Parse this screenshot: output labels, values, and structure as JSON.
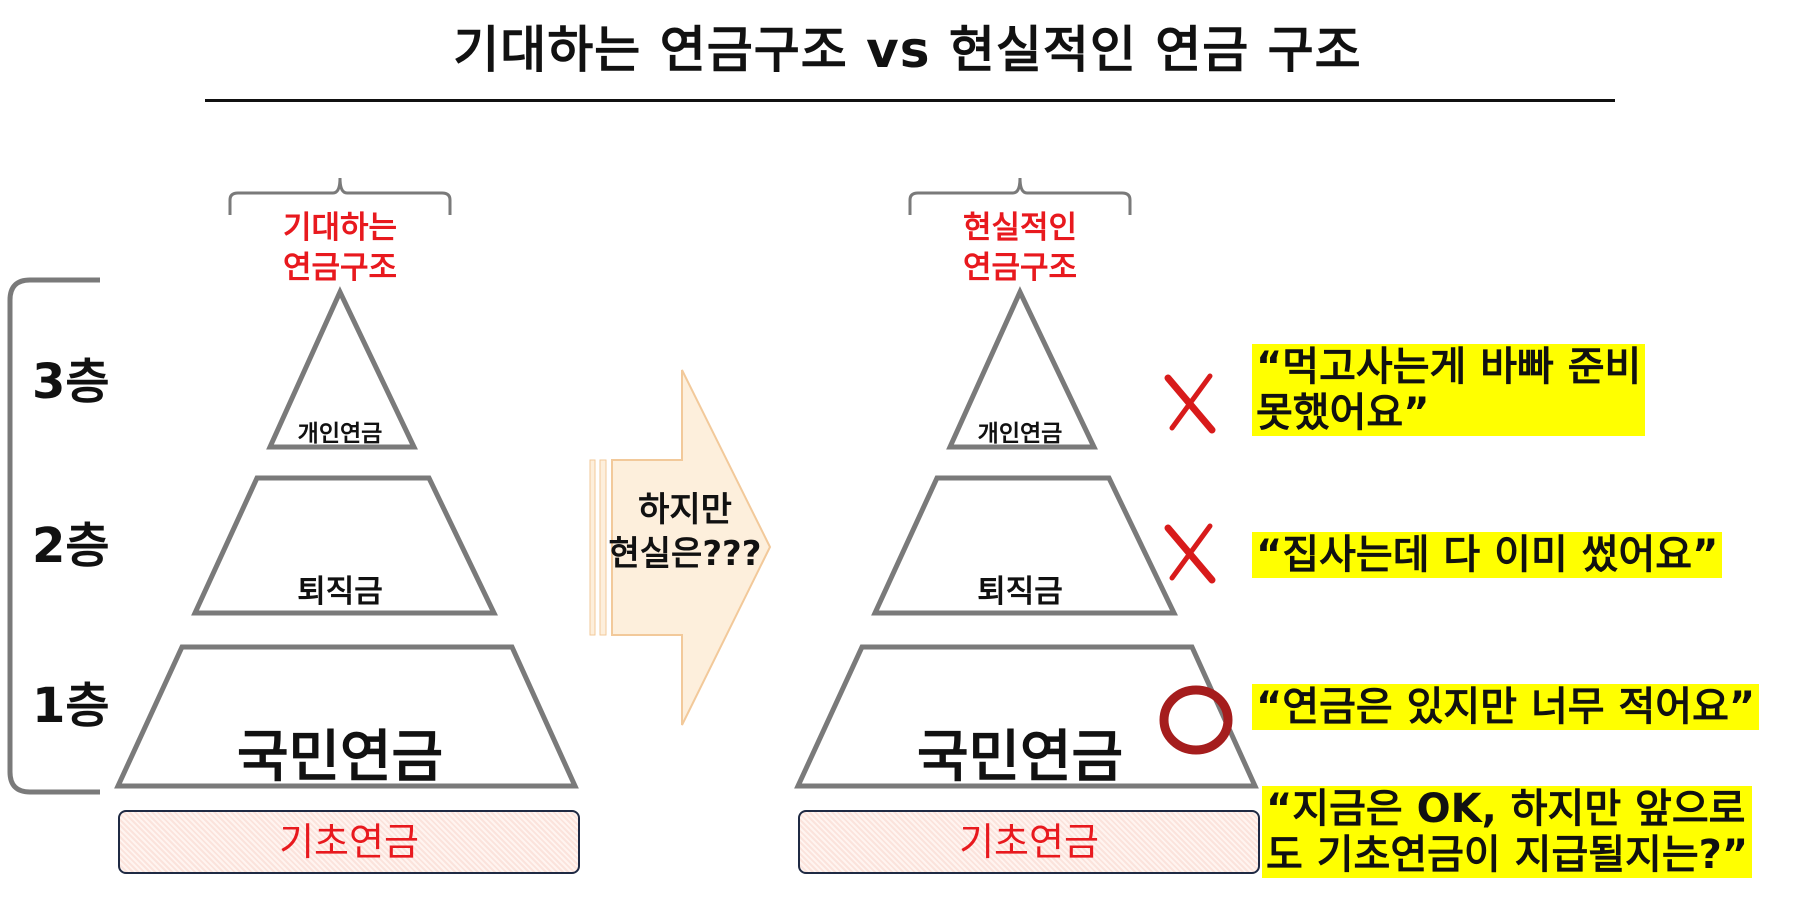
{
  "title": "기대하는 연금구조 vs 현실적인 연금 구조",
  "layers": [
    "3층",
    "2층",
    "1층"
  ],
  "left": {
    "caption_line1": "기대하는",
    "caption_line2": "연금구조",
    "top": "개인연금",
    "middle": "퇴직금",
    "bottom": "국민연금",
    "base": "기초연금"
  },
  "right": {
    "caption_line1": "현실적인",
    "caption_line2": "연금구조",
    "top": "개인연금",
    "middle": "퇴직금",
    "bottom": "국민연금",
    "base": "기초연금"
  },
  "arrow": {
    "line1": "하지만",
    "line2": "현실은???"
  },
  "marks": [
    "x-mark",
    "x-mark",
    "o-mark"
  ],
  "quotes": [
    "“먹고사는게 바빠 준비\n 못했어요”",
    "“집사는데 다 이미 썼어요”",
    "“연금은 있지만 너무 적어요”",
    "“지금은 OK, 하지만 앞으로\n도 기초연금이 지급될지는?”"
  ],
  "colors": {
    "accent_red": "#e8191e",
    "highlight": "#ffff00",
    "outline": "#7a7a7a",
    "arrow_fill": "#fdefdc",
    "circle": "#a51d1d"
  }
}
